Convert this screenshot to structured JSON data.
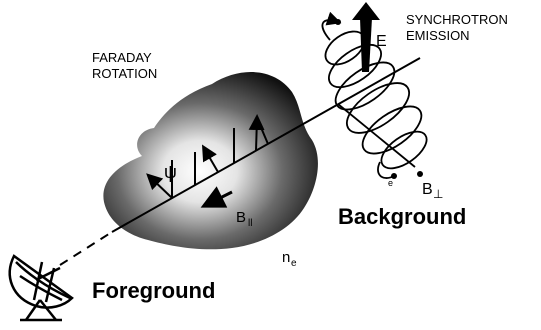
{
  "labels": {
    "faraday_line1": "FARADAY",
    "faraday_line2": "ROTATION",
    "synchrotron_line1": "SYNCHROTRON",
    "synchrotron_line2": "EMISSION",
    "electric_field": "E",
    "psi": "ψ",
    "b_parallel": "B",
    "b_parallel_sub": "ll",
    "electron_density": "n",
    "electron_density_sub": "e",
    "electron": "e",
    "b_perp": "B",
    "b_perp_sub": "⊥",
    "background": "Background",
    "foreground": "Foreground"
  },
  "icons": [
    "radio-telescope-icon",
    "magnetized-plasma-cloud",
    "electron-helix"
  ]
}
